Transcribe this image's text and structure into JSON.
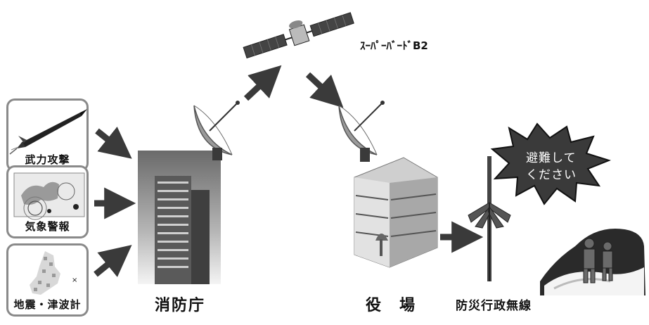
{
  "sources": [
    {
      "label": "武力攻撃"
    },
    {
      "label": "気象警報"
    },
    {
      "label": "地震・津波計"
    }
  ],
  "satellite": {
    "label": "ｽｰﾊﾟｰﾊﾞｰﾄﾞB2"
  },
  "fire_agency": {
    "label": "消防庁"
  },
  "town_office": {
    "label": "役　場"
  },
  "radio": {
    "label": "防災行政無線"
  },
  "announcement": {
    "line1": "避難して",
    "line2": "ください"
  }
}
